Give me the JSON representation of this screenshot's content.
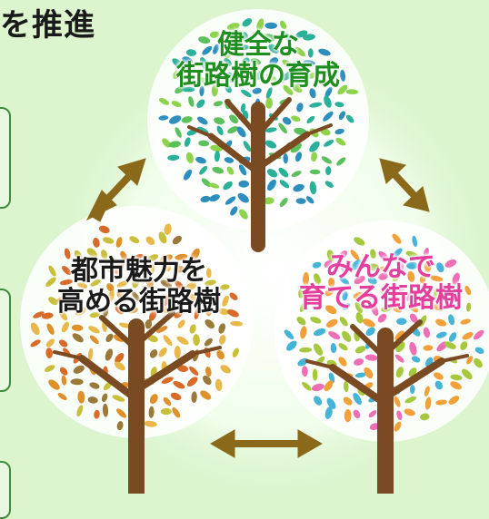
{
  "heading": {
    "text": "を推進"
  },
  "trees": {
    "top": {
      "line1": "健全な",
      "line2": "街路樹の育成"
    },
    "left": {
      "line1": "都市魅力を",
      "line2": "高める街路樹"
    },
    "right": {
      "line1": "みんなで",
      "line2": "育てる街路樹"
    }
  },
  "colors": {
    "background": "#dcf5cf",
    "glow": "#f4fff0",
    "trunk": "#7a4a22",
    "arrow": "#8a6a1a",
    "top_label": "#1e8f1e",
    "left_label": "#1a1a1a",
    "right_label": "#e53e9d",
    "top_leaves": [
      "#2bb09a",
      "#5cc05c",
      "#8ed34e",
      "#2e8fbf"
    ],
    "left_leaves": [
      "#e0902a",
      "#e8b84a",
      "#c8c03a",
      "#d86a2a",
      "#9a7a3a"
    ],
    "right_leaves": [
      "#ef6fb6",
      "#45b4d8",
      "#a6c83e",
      "#f2a03a"
    ]
  }
}
